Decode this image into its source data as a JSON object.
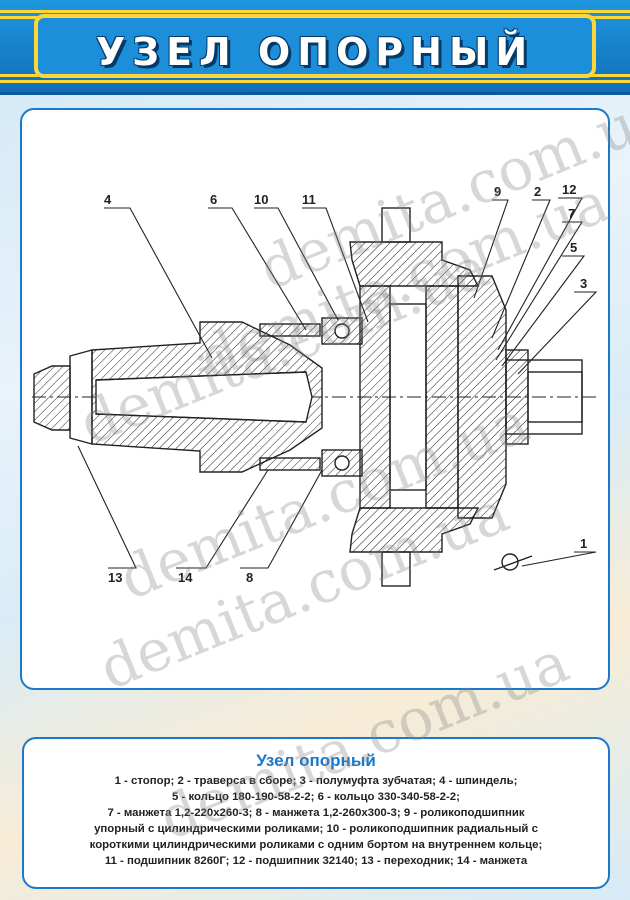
{
  "title": "УЗЕЛ ОПОРНЫЙ",
  "callouts": [
    "4",
    "6",
    "10",
    "11",
    "9",
    "2",
    "12",
    "7",
    "5",
    "3",
    "1",
    "13",
    "14",
    "8"
  ],
  "caption": {
    "heading": "Узел опорный",
    "lines": [
      "1 - стопор; 2 - траверса в сборе; 3 - полумуфта зубчатая; 4 - шпиндель;",
      "5 - кольцо 180-190-58-2-2; 6 - кольцо 330-340-58-2-2;",
      "7 - манжета 1,2-220х260-3; 8 - манжета 1,2-260х300-3; 9 - роликоподшипник",
      "упорный с цилиндрическими роликами; 10 - роликоподшипник радиальный с",
      "короткими цилиндрическими роликами с одним бортом на внутреннем кольце;",
      "11 - подшипник 8260Г; 12 - подшипник 32140; 13 - переходник; 14 - манжета"
    ]
  },
  "watermark": "demita.com.ua",
  "colors": {
    "header": "#1a88d3",
    "accent_yellow": "#ffd63a",
    "panel_border": "#1c79c9",
    "caption_title": "#1978c8"
  }
}
